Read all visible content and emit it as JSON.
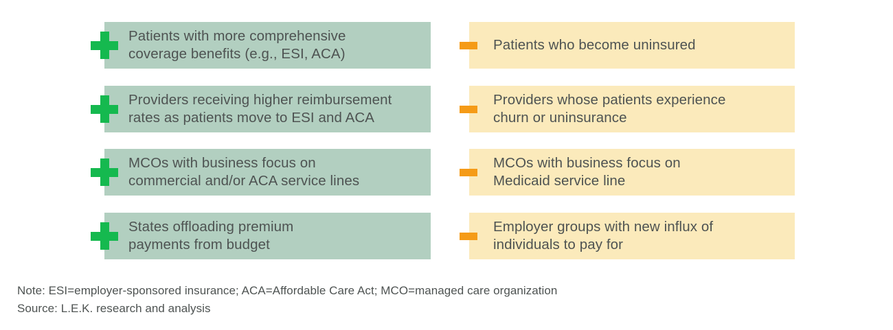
{
  "colors": {
    "positive_box": "#b2cfc0",
    "negative_box": "#fbeabb",
    "positive_marker": "#15b94f",
    "negative_marker": "#f59b17",
    "text": "#4e5352",
    "background": "#ffffff"
  },
  "columns": {
    "positive": {
      "marker_icon": "plus-icon",
      "items": [
        {
          "text": "Patients with more comprehensive\ncoverage benefits (e.g., ESI, ACA)"
        },
        {
          "text": "Providers receiving higher reimbursement\nrates as patients move to ESI and ACA"
        },
        {
          "text": "MCOs with business focus on\ncommercial and/or ACA service lines"
        },
        {
          "text": "States offloading premium\npayments from budget"
        }
      ]
    },
    "negative": {
      "marker_icon": "minus-icon",
      "items": [
        {
          "text": "Patients who become uninsured"
        },
        {
          "text": "Providers whose patients experience\nchurn or uninsurance"
        },
        {
          "text": "MCOs with business focus on\nMedicaid service line"
        },
        {
          "text": "Employer groups with new influx of\nindividuals to pay for"
        }
      ]
    }
  },
  "footnotes": {
    "note": "Note: ESI=employer-sponsored insurance; ACA=Affordable Care Act; MCO=managed care organization",
    "source": "Source: L.E.K. research and analysis"
  }
}
